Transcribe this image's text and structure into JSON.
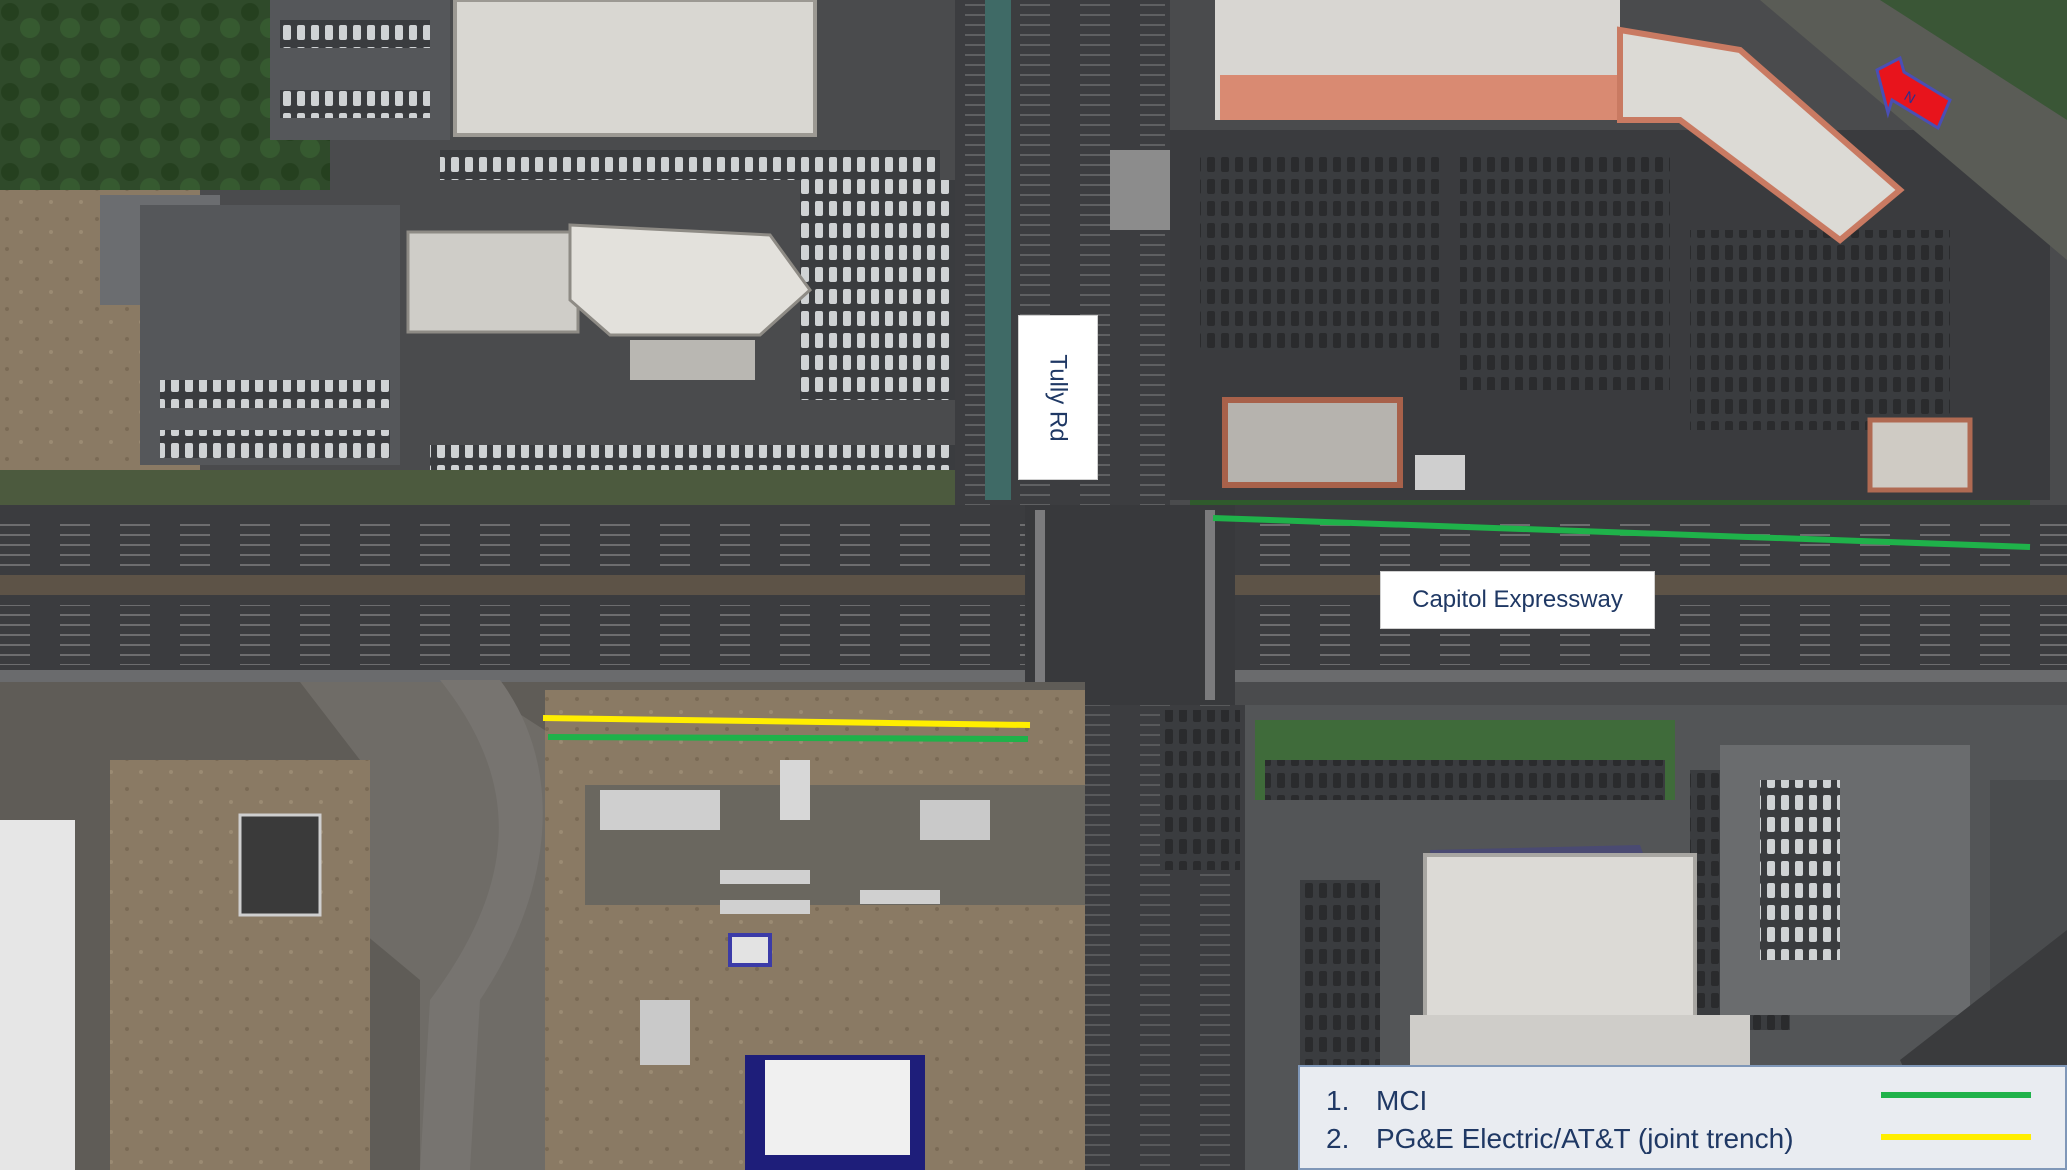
{
  "labels": {
    "tully_road": "Tully Rd",
    "capitol_expressway": "Capitol Expressway",
    "north_arrow": "N"
  },
  "legend": {
    "items": [
      {
        "number": "1.",
        "label": "MCI",
        "color": "#1fb24a"
      },
      {
        "number": "2.",
        "label": "PG&E Electric/AT&T (joint trench)",
        "color": "#ffee00"
      }
    ]
  },
  "colors": {
    "mci_line": "#1fb24a",
    "pge_att_line": "#ffee00",
    "north_arrow": "#e8141c",
    "label_text": "#1f3864"
  }
}
